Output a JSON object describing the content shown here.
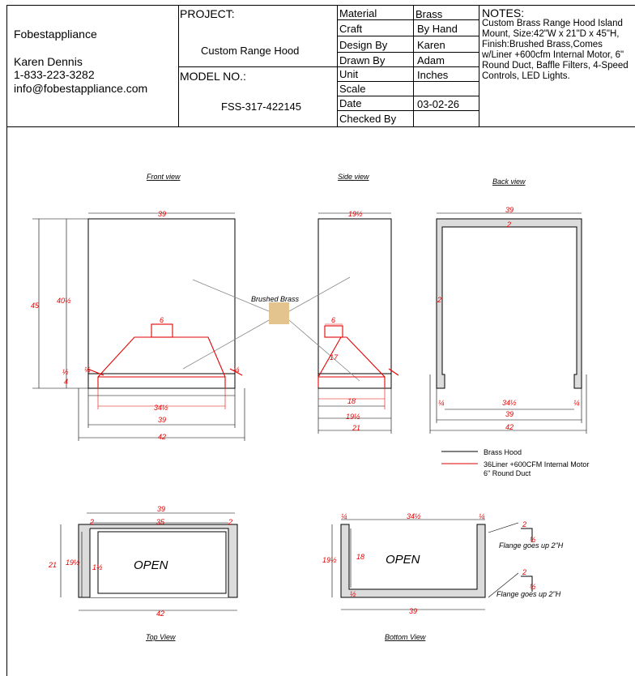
{
  "title_block": {
    "company": "Fobestappliance",
    "contact_name": "Karen Dennis",
    "phone": "1-833-223-3282",
    "email": "info@fobestappliance.com",
    "project_label": "PROJECT:",
    "project_value": "Custom Range Hood",
    "model_label": "MODEL NO.:",
    "model_value": "FSS-317-422145",
    "rows": [
      {
        "label": "Material",
        "value": "Brass"
      },
      {
        "label": "Craft",
        "value": "By Hand"
      },
      {
        "label": "Design By",
        "value": "Karen"
      },
      {
        "label": "Drawn By",
        "value": "Adam"
      },
      {
        "label": "Unit",
        "value": "Inches"
      },
      {
        "label": "Scale",
        "value": ""
      },
      {
        "label": "Date",
        "value": "03-02-26"
      },
      {
        "label": "Checked By",
        "value": ""
      }
    ],
    "notes_label": "NOTES:",
    "notes_text": "Custom Brass Range Hood Island Mount, Size:42\"W x 21\"D x 45\"H, Finish:Brushed Brass,Comes w/Liner +600cfm Internal Motor, 6\" Round Duct, Baffle Filters, 4-Speed Controls, LED Lights."
  },
  "views": {
    "front": "Front view",
    "side": "Side view",
    "back": "Back view",
    "top": "Top View",
    "bottom": "Bottom View"
  },
  "labels": {
    "finish": "Brushed Brass",
    "open_top": "OPEN",
    "open_bottom": "OPEN",
    "flange_1": "Flange goes up 2\"H",
    "flange_2": "Flange goes up 2\"H"
  },
  "legend": {
    "black": "Brass Hood",
    "red_1": "36Liner +600CFM Internal Motor",
    "red_2": "6\" Round Duct"
  },
  "colors": {
    "hood": "#000000",
    "liner": "#e60000",
    "swatch": "#e3c48f",
    "fill": "#dcdcdc"
  },
  "dims": {
    "front_39_top": "39",
    "front_40h": "40½",
    "front_45": "45",
    "front_half_l": "½",
    "front_4": "4",
    "front_quarter_l": "¼",
    "front_quarter_r": "¼",
    "front_6": "6",
    "front_34h": "34½",
    "front_39_bot": "39",
    "front_42": "42",
    "side_19h_top": "19½",
    "side_6": "6",
    "side_17": "17",
    "side_18": "18",
    "side_19h_bot": "19½",
    "side_21": "21",
    "back_39_top": "39",
    "back_2_top": "2",
    "back_2_left": "2",
    "back_quarter_l": "¼",
    "back_quarter_r": "¼",
    "back_34h": "34½",
    "back_39_bot": "39",
    "back_42": "42",
    "top_39": "39",
    "top_35": "35",
    "top_2_l": "2",
    "top_2_r": "2",
    "top_21": "21",
    "top_19h": "19½",
    "top_1h": "1½",
    "top_42": "42",
    "bot_quarter_l": "¼",
    "bot_34h": "34½",
    "bot_quarter_r": "¼",
    "bot_19h": "19½",
    "bot_18": "18",
    "bot_1h": "½",
    "bot_39": "39",
    "flange_2a": "2",
    "flange_half_a": "½",
    "flange_2b": "2",
    "flange_half_b": "½"
  }
}
